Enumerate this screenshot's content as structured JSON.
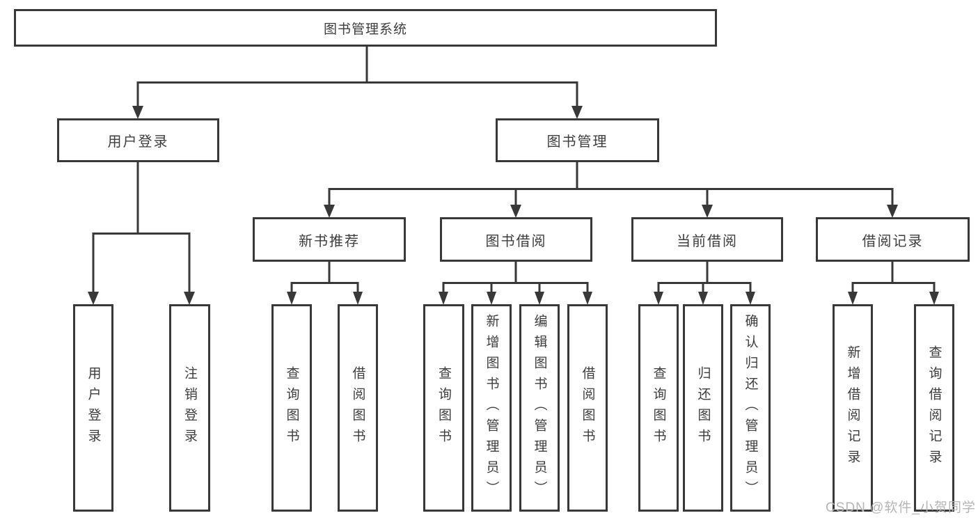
{
  "tree": {
    "label": "图书管理系统",
    "children": [
      {
        "label": "用户登录",
        "children": [
          {
            "label": "用户登录"
          },
          {
            "label": "注销登录"
          }
        ]
      },
      {
        "label": "图书管理",
        "children": [
          {
            "label": "新书推荐",
            "children": [
              {
                "label": "查询图书"
              },
              {
                "label": "借阅图书"
              }
            ]
          },
          {
            "label": "图书借阅",
            "children": [
              {
                "label": "查询图书"
              },
              {
                "label": "新增图书（管理员）"
              },
              {
                "label": "编辑图书（管理员）"
              },
              {
                "label": "借阅图书"
              }
            ]
          },
          {
            "label": "当前借阅",
            "children": [
              {
                "label": "查询图书"
              },
              {
                "label": "归还图书"
              },
              {
                "label": "确认归还（管理员）"
              }
            ]
          },
          {
            "label": "借阅记录",
            "children": [
              {
                "label": "新增借阅记录"
              },
              {
                "label": "查询借阅记录"
              }
            ]
          }
        ]
      }
    ]
  },
  "watermark": {
    "text": "CSDN @软件_小贺同学"
  },
  "colors": {
    "line": "#383838",
    "box_border": "#383838",
    "text": "#3d3d3d",
    "watermark": "#b5b5b5",
    "background": "#ffffff"
  }
}
